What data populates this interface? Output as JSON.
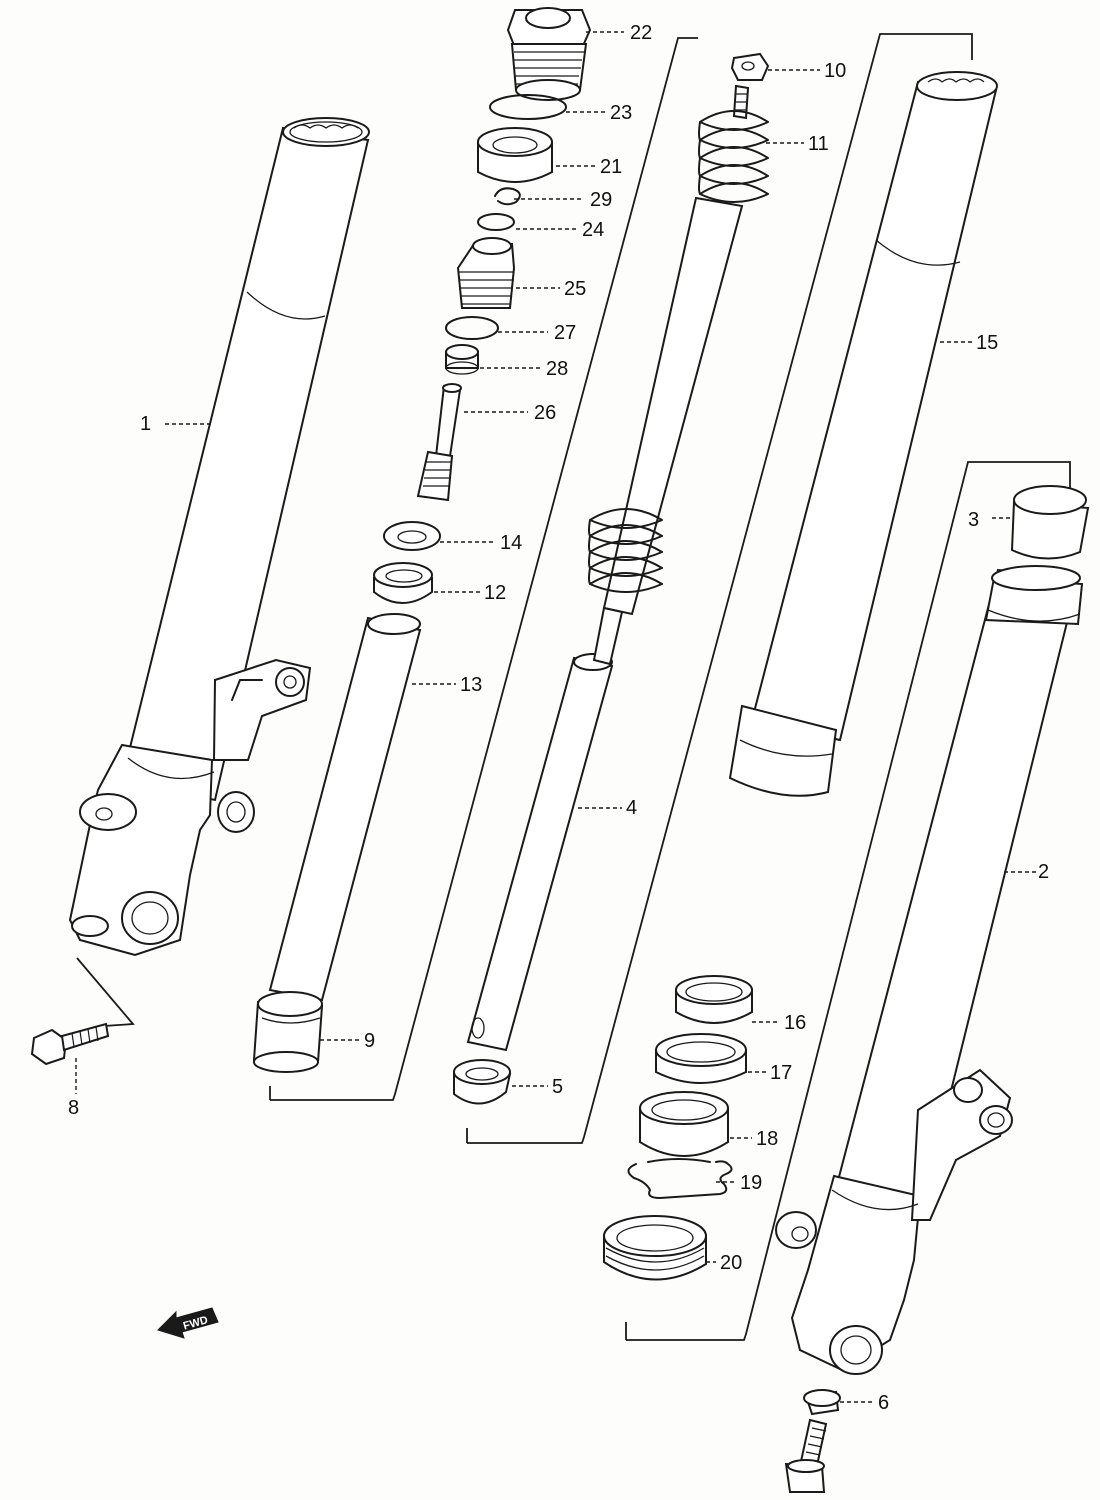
{
  "diagram": {
    "parts": [
      {
        "id": "1",
        "label": "1"
      },
      {
        "id": "2",
        "label": "2"
      },
      {
        "id": "3",
        "label": "3"
      },
      {
        "id": "4",
        "label": "4"
      },
      {
        "id": "5",
        "label": "5"
      },
      {
        "id": "6",
        "label": "6"
      },
      {
        "id": "8",
        "label": "8"
      },
      {
        "id": "9",
        "label": "9"
      },
      {
        "id": "10",
        "label": "10"
      },
      {
        "id": "11",
        "label": "11"
      },
      {
        "id": "12",
        "label": "12"
      },
      {
        "id": "13",
        "label": "13"
      },
      {
        "id": "14",
        "label": "14"
      },
      {
        "id": "15",
        "label": "15"
      },
      {
        "id": "16",
        "label": "16"
      },
      {
        "id": "17",
        "label": "17"
      },
      {
        "id": "18",
        "label": "18"
      },
      {
        "id": "19",
        "label": "19"
      },
      {
        "id": "20",
        "label": "20"
      },
      {
        "id": "21",
        "label": "21"
      },
      {
        "id": "22",
        "label": "22"
      },
      {
        "id": "23",
        "label": "23"
      },
      {
        "id": "24",
        "label": "24"
      },
      {
        "id": "25",
        "label": "25"
      },
      {
        "id": "26",
        "label": "26"
      },
      {
        "id": "27",
        "label": "27"
      },
      {
        "id": "28",
        "label": "28"
      },
      {
        "id": "29",
        "label": "29"
      }
    ],
    "direction_marker": {
      "label": "FWD",
      "icon": "forward-arrow-icon"
    }
  }
}
